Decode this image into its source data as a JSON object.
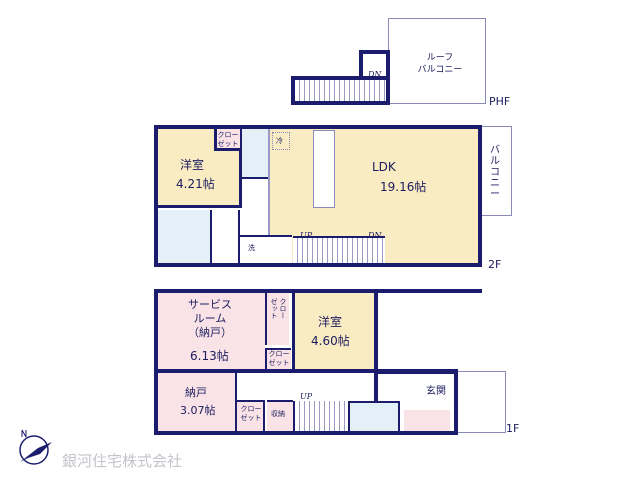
{
  "floors": {
    "phf": {
      "label": "PHF",
      "roof_balcony": "ルーフ\nバルコニー",
      "stair_dir": "DN"
    },
    "f2": {
      "label": "2F",
      "western_room": {
        "name": "洋室",
        "size": "4.21帖"
      },
      "closet": "クロー\nゼット",
      "fridge": "冷",
      "ldk": {
        "name": "LDK",
        "size": "19.16帖"
      },
      "balcony": "バルコニー",
      "washer": "洗",
      "stair_up": "UP",
      "stair_dn": "DN"
    },
    "f1": {
      "label": "1F",
      "service_room": {
        "name": "サービス\nルーム\n（納戸）",
        "size": "6.13帖"
      },
      "closet_a": "クロー\nゼット",
      "closet_b": "クロー\nゼット",
      "closet_c": "クロー\nゼット",
      "western_room": {
        "name": "洋室",
        "size": "4.60帖"
      },
      "storage_room": {
        "name": "納戸",
        "size": "3.07帖"
      },
      "storage": "収納",
      "stair_up": "UP",
      "entrance": "玄関"
    }
  },
  "company": {
    "name": "銀河住宅株式会社"
  },
  "colors": {
    "wall": "#1c1c6e",
    "western_room": "#f9ebc2",
    "storage_room": "#f9e3e7",
    "wet_area": "#e3f0f8"
  }
}
